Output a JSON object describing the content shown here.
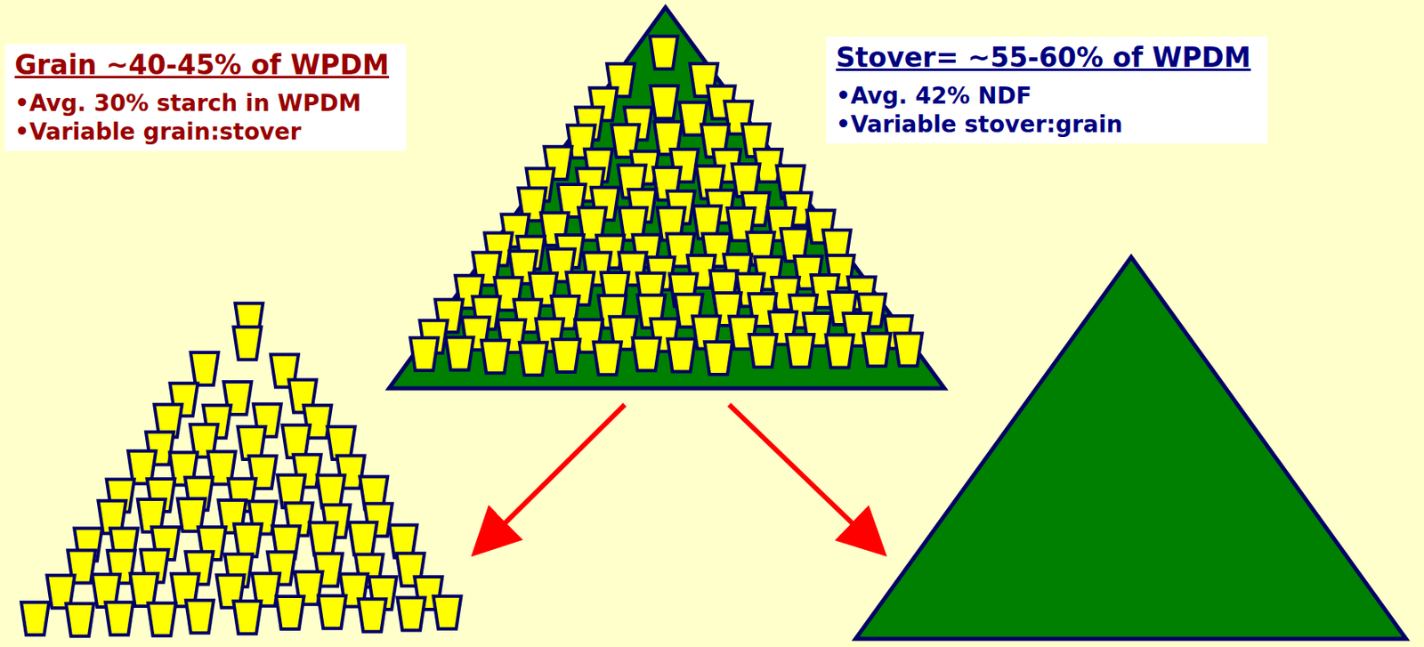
{
  "diagram": {
    "nodes": [
      {
        "text": [
          "Grain ~40-45% of WPDM",
          "•Avg. 30% starch in WPDM",
          "•Variable grain:stover"
        ]
      },
      {
        "text": [
          "Stover= ~55-60% of WPDM",
          "•Avg. 42% NDF",
          "•Variable stover:grain"
        ]
      }
    ]
  }
}
